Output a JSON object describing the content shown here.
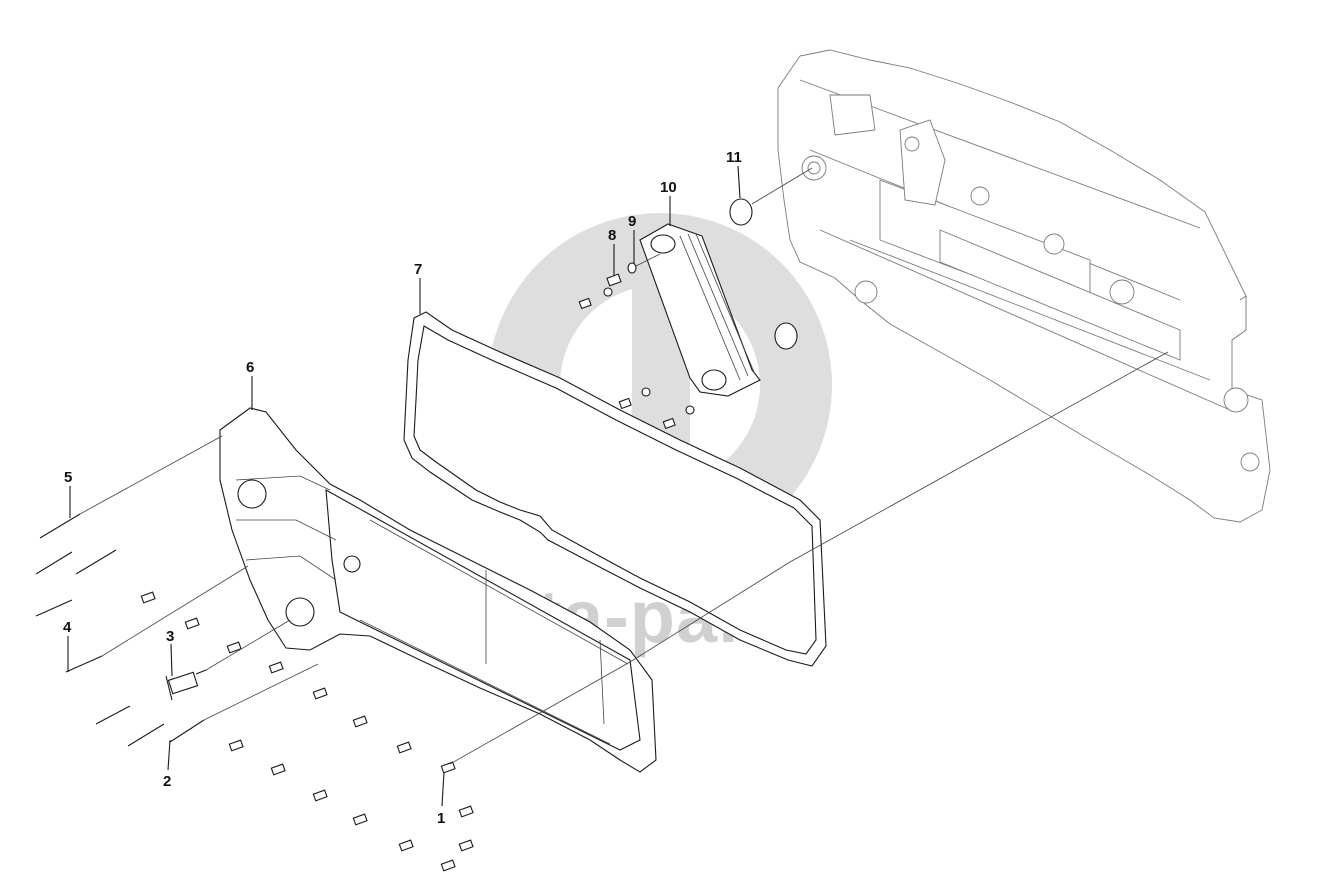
{
  "watermark": {
    "brand_text": "data-parts",
    "color": "#d0d0d0"
  },
  "callouts": [
    {
      "id": "1",
      "label": "1"
    },
    {
      "id": "2",
      "label": "2"
    },
    {
      "id": "3",
      "label": "3"
    },
    {
      "id": "4",
      "label": "4"
    },
    {
      "id": "5",
      "label": "5"
    },
    {
      "id": "6",
      "label": "6"
    },
    {
      "id": "7",
      "label": "7"
    },
    {
      "id": "8",
      "label": "8"
    },
    {
      "id": "9",
      "label": "9"
    },
    {
      "id": "10",
      "label": "10"
    },
    {
      "id": "11",
      "label": "11"
    }
  ],
  "colors": {
    "line": "#1a1a1a",
    "background": "#ffffff",
    "ghost_line": "#7a7a7a"
  }
}
